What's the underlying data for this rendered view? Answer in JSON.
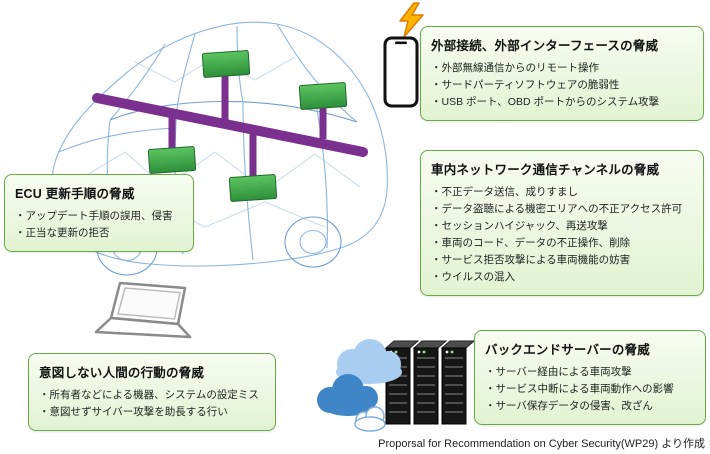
{
  "boxes": {
    "external": {
      "title": "外部接続、外部インターフェースの脅威",
      "items": [
        "・外部無線通信からのリモート操作",
        "・サードパーティソフトウェアの脆弱性",
        "・USB ポート、OBD ポートからのシステム攻撃"
      ]
    },
    "network": {
      "title": "車内ネットワーク通信チャンネルの脅威",
      "items": [
        "・不正データ送信、成りすまし",
        "・データ盗聴による機密エリアへの不正アクセス許可",
        "・セッションハイジャック、再送攻撃",
        "・車両のコード、データの不正操作、削除",
        "・サービス拒否攻撃による車両機能の妨害",
        "・ウイルスの混入"
      ]
    },
    "ecu": {
      "title": "ECU 更新手順の脅威",
      "items": [
        "・アップデート手順の誤用、侵害",
        "・正当な更新の拒否"
      ]
    },
    "human": {
      "title": "意図しない人間の行動の脅威",
      "items": [
        "・所有者などによる機器、システムの設定ミス",
        "・意図せずサイバー攻撃を助長する行い"
      ]
    },
    "backend": {
      "title": "バックエンドサーバーの脅威",
      "items": [
        "・サーバー経由による車両攻撃",
        "・サービス中断による車両動作への影響",
        "・サーバ保存データの侵害、改ざん"
      ]
    }
  },
  "footer": {
    "credit": "Proporsal for Recommendation on Cyber Security(WP29) より作成"
  },
  "icons": {
    "lightning": "bolt",
    "smartphone": "phone-outline",
    "laptop": "laptop-outline",
    "cloud": "cloud",
    "servers": "server-rack"
  },
  "colors": {
    "box_border": "#69aa44",
    "box_bg_top": "#f7fcf1",
    "box_bg_bottom": "#e2f3d2",
    "bus_purple": "#7b2f8e",
    "ecu_green": "#3fae47",
    "wireframe_blue": "#8ab6de",
    "cloud_light_blue": "#a8cdf0",
    "cloud_dark_blue": "#3e86c8",
    "lightning_yellow": "#ffb400"
  }
}
